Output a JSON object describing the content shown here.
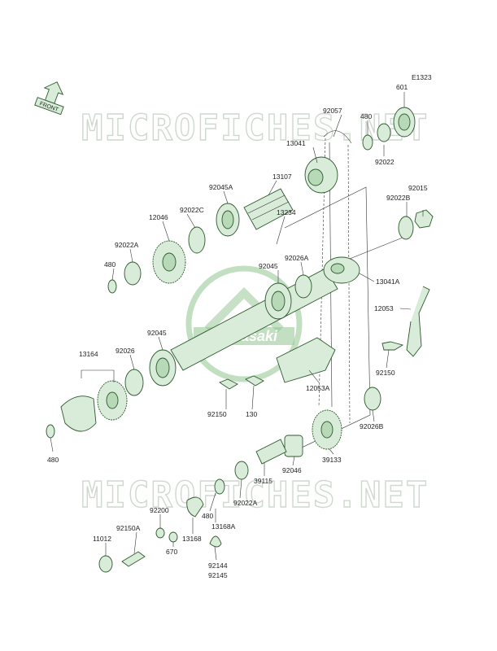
{
  "diagram_code": "E1323",
  "front_label": "FRONT",
  "watermark_text": "MICROFICHES.NET",
  "logo_text": "Kawasaki",
  "colors": {
    "part_fill": "#d9ecd9",
    "part_stroke": "#2c5a2c",
    "watermark": "#cfd8cf",
    "logo": "#8fc48f"
  },
  "part_labels": [
    {
      "id": "601",
      "text": "601"
    },
    {
      "id": "92057",
      "text": "92057"
    },
    {
      "id": "480a",
      "text": "480"
    },
    {
      "id": "13041",
      "text": "13041"
    },
    {
      "id": "92022",
      "text": "92022"
    },
    {
      "id": "13107",
      "text": "13107"
    },
    {
      "id": "92045A",
      "text": "92045A"
    },
    {
      "id": "92015",
      "text": "92015"
    },
    {
      "id": "92022B",
      "text": "92022B"
    },
    {
      "id": "12046",
      "text": "12046"
    },
    {
      "id": "92022C",
      "text": "92022C"
    },
    {
      "id": "13234",
      "text": "13234"
    },
    {
      "id": "92022A",
      "text": "92022A"
    },
    {
      "id": "92026A",
      "text": "92026A"
    },
    {
      "id": "480b",
      "text": "480"
    },
    {
      "id": "92045a",
      "text": "92045"
    },
    {
      "id": "13041A",
      "text": "13041A"
    },
    {
      "id": "12053",
      "text": "12053"
    },
    {
      "id": "92045b",
      "text": "92045"
    },
    {
      "id": "13164",
      "text": "13164"
    },
    {
      "id": "92026",
      "text": "92026"
    },
    {
      "id": "92150a",
      "text": "92150"
    },
    {
      "id": "12053A",
      "text": "12053A"
    },
    {
      "id": "92150b",
      "text": "92150"
    },
    {
      "id": "130",
      "text": "130"
    },
    {
      "id": "480c",
      "text": "480"
    },
    {
      "id": "92026B",
      "text": "92026B"
    },
    {
      "id": "39133",
      "text": "39133"
    },
    {
      "id": "92046",
      "text": "92046"
    },
    {
      "id": "39115",
      "text": "39115"
    },
    {
      "id": "92022Ab",
      "text": "92022A"
    },
    {
      "id": "92200",
      "text": "92200"
    },
    {
      "id": "480d",
      "text": "480"
    },
    {
      "id": "13168A",
      "text": "13168A"
    },
    {
      "id": "92150A",
      "text": "92150A"
    },
    {
      "id": "11012",
      "text": "11012"
    },
    {
      "id": "13168",
      "text": "13168"
    },
    {
      "id": "670",
      "text": "670"
    },
    {
      "id": "92144",
      "text": "92144"
    },
    {
      "id": "92145",
      "text": "92145"
    }
  ]
}
